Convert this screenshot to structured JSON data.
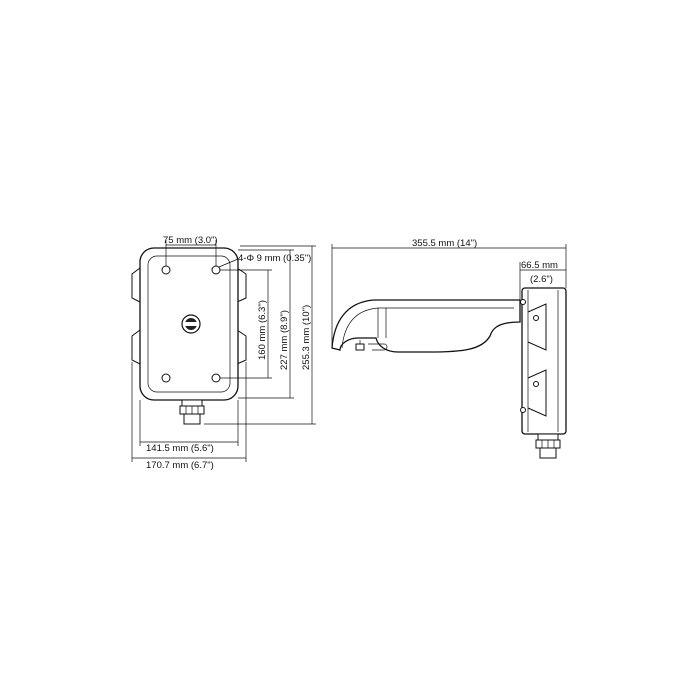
{
  "front_view": {
    "dim_hole_spacing": "75 mm (3.0\")",
    "dim_holes": "4-Φ 9 mm (0.35\")",
    "dim_160": "160 mm (6.3\")",
    "dim_227": "227 mm (8.9\")",
    "dim_255": "255.3 mm (10\")",
    "dim_141": "141.5 mm (5.6\")",
    "dim_170": "170.7 mm (6.7\")"
  },
  "side_view": {
    "dim_length": "355.5 mm (14\")",
    "dim_depth_mm": "66.5 mm",
    "dim_depth_in": "(2.6\")"
  }
}
